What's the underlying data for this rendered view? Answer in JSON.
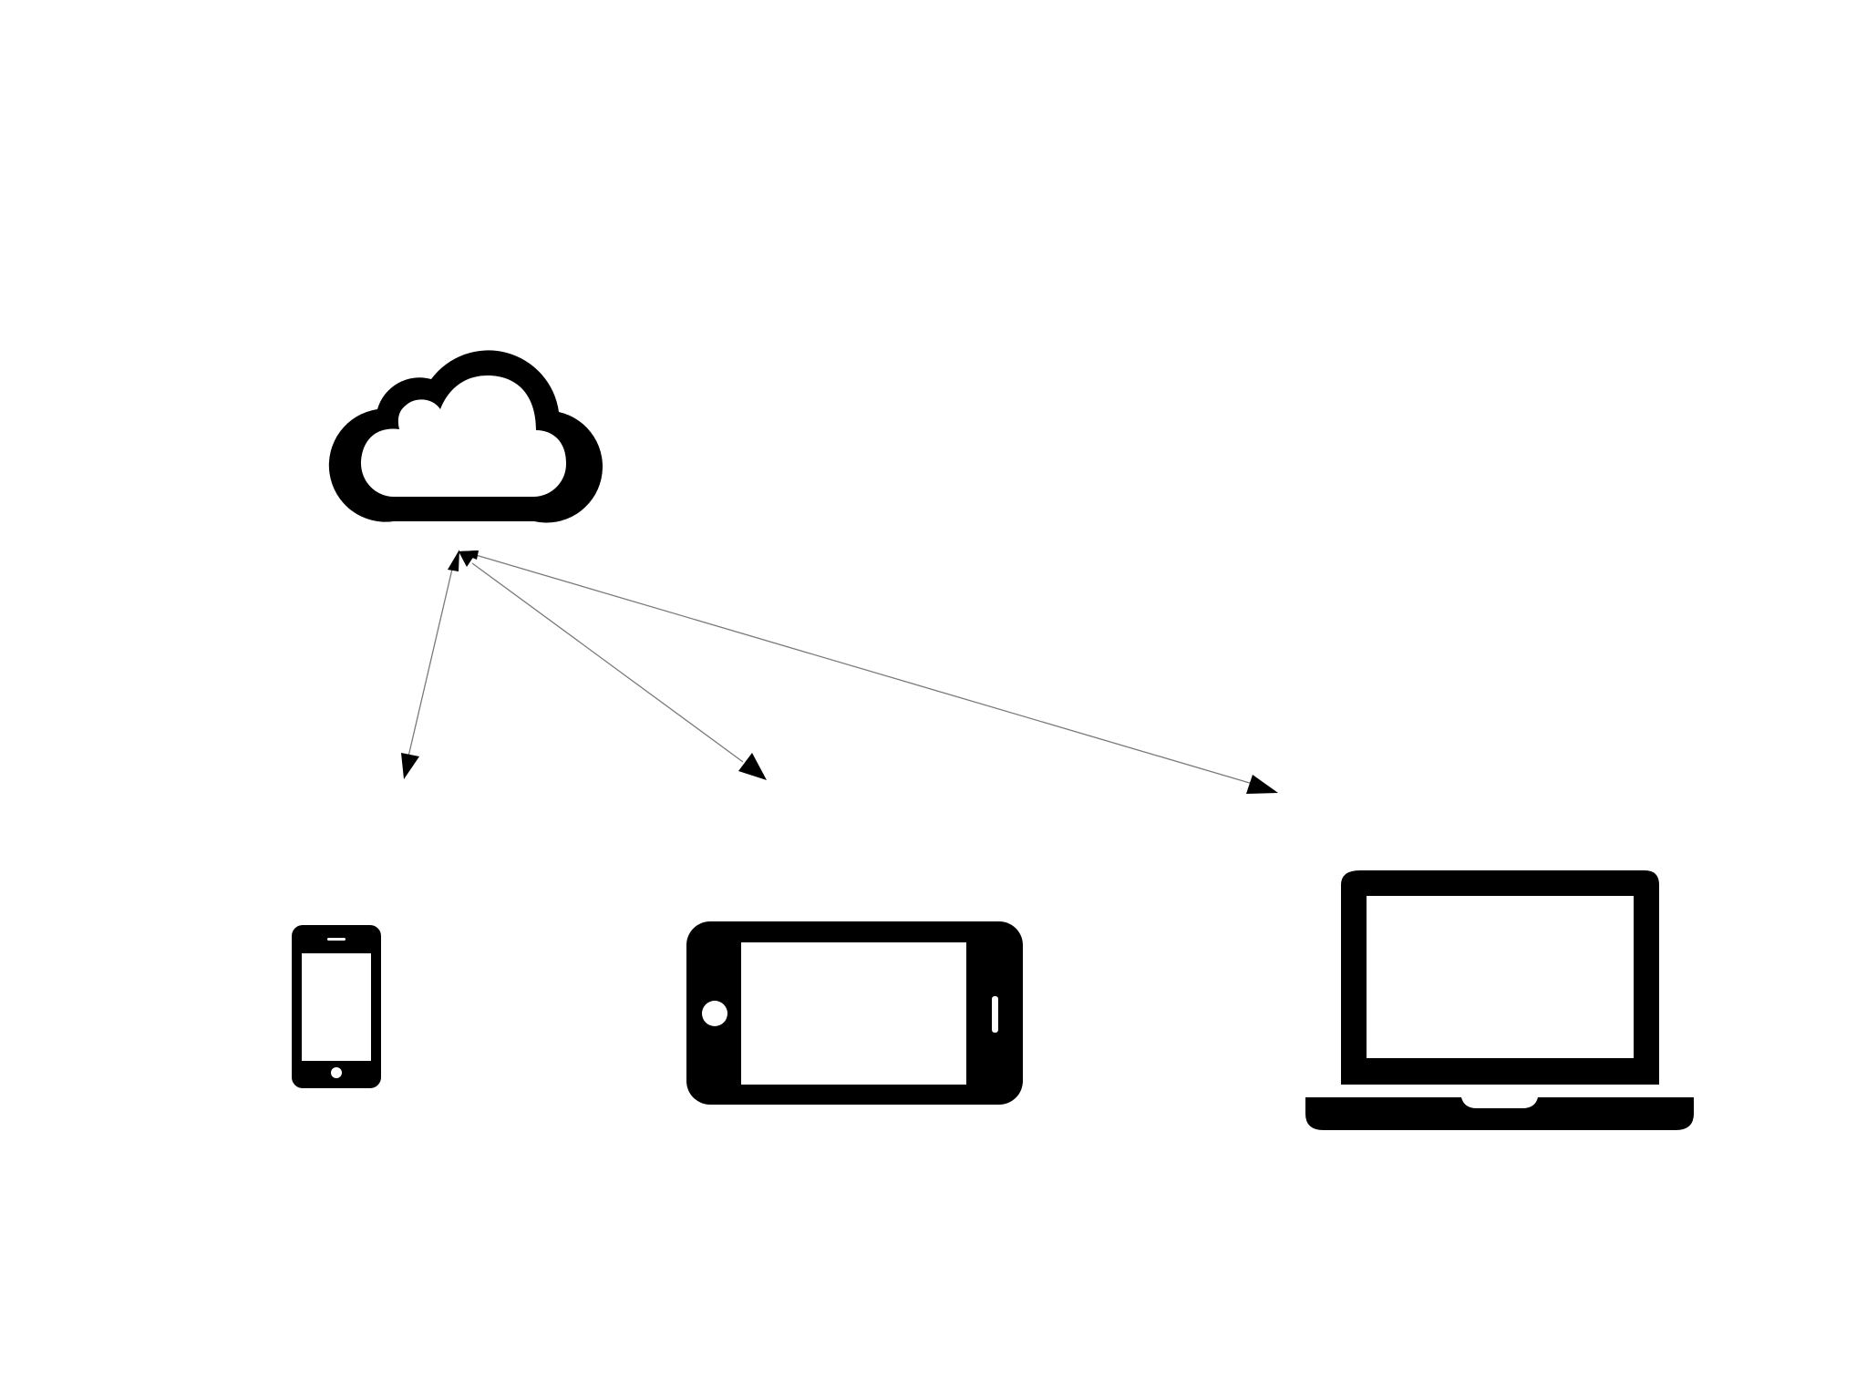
{
  "diagram": {
    "nodes": [
      {
        "id": "cloud",
        "icon": "cloud-icon"
      },
      {
        "id": "phone",
        "icon": "smartphone-icon"
      },
      {
        "id": "tablet",
        "icon": "tablet-icon"
      },
      {
        "id": "laptop",
        "icon": "laptop-icon"
      }
    ],
    "edges": [
      {
        "from": "cloud",
        "to": "phone",
        "direction": "bidirectional"
      },
      {
        "from": "cloud",
        "to": "tablet",
        "direction": "bidirectional"
      },
      {
        "from": "cloud",
        "to": "laptop",
        "direction": "bidirectional"
      }
    ],
    "colors": {
      "background": "#ffffff",
      "icon_fill": "#000000",
      "connector_stroke": "#7a7a7a",
      "arrowhead_fill": "#000000"
    }
  }
}
